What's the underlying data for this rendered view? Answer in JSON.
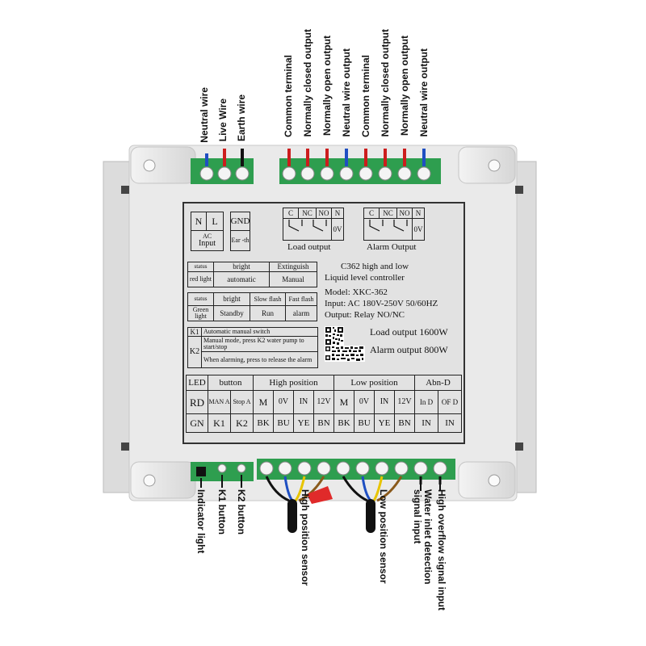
{
  "top_labels": [
    "Neutral wire",
    "Live Wire",
    "Earth wire",
    "Common terminal",
    "Normally closed output",
    "Normally open output",
    "Neutral wire output",
    "Common terminal",
    "Normally closed output",
    "Normally open output",
    "Neutral wire output"
  ],
  "bottom_labels": [
    "Indicator light",
    "K1 button",
    "K2 button",
    "High position sensor",
    "Low position sensor",
    "Water inlet detection signal input",
    "High overflow signal input"
  ],
  "panel": {
    "input_box": {
      "n": "N",
      "l": "L",
      "gnd": "GND",
      "ac": "AC",
      "input": "Input",
      "earth": "Ear -th"
    },
    "load_relay": {
      "c": "C",
      "nc": "NC",
      "no": "NO",
      "n": "N",
      "ov": "0V",
      "caption": "Load output"
    },
    "alarm_relay": {
      "c": "C",
      "nc": "NC",
      "no": "NO",
      "n": "N",
      "ov": "0V",
      "caption": "Alarm Output"
    },
    "status_table": {
      "r1": [
        "status",
        "bright",
        "Extinguish"
      ],
      "r2": [
        "red light",
        "automatic",
        "Manual"
      ],
      "r3": [
        "status",
        "bright",
        "Slow flash",
        "Fast flash"
      ],
      "r4": [
        "Green light",
        "Standby",
        "Run",
        "alarm"
      ]
    },
    "title_line1": "C362 high and low",
    "title_line2": "Liquid level controller",
    "model": "Model: XKC-362",
    "input_spec": "Input: AC 180V-250V 50/60HZ",
    "output_spec": "Output: Relay NO/NC",
    "load_power": "Load output 1600W",
    "alarm_power": "Alarm output 800W",
    "k_table": {
      "k1": "K1",
      "k1_text": "Automatic manual switch",
      "k2": "K2",
      "k2_text_1": "Manual mode, press K2 water pump to start/stop",
      "k2_text_2": "When alarming, press to release the alarm"
    },
    "terminal_table": {
      "headers": [
        "LED",
        "button",
        "High position",
        "Low position",
        "Abn-D"
      ],
      "row2": [
        "RD",
        "MAN A",
        "Stop A",
        "M",
        "0V",
        "IN",
        "12V",
        "M",
        "0V",
        "IN",
        "12V",
        "In D",
        "OF D"
      ],
      "row3": [
        "GN",
        "K1",
        "K2",
        "BK",
        "BU",
        "YE",
        "BN",
        "BK",
        "BU",
        "YE",
        "BN",
        "IN",
        "IN"
      ]
    }
  },
  "colors": {
    "housing": "#e9e9e9",
    "terminal_green": "#2e9e4f",
    "wire_red": "#cc1d1d",
    "wire_blue": "#1f4fc2",
    "wire_black": "#111111",
    "wire_yellow": "#e8c400",
    "wire_brown": "#8a5a1c"
  }
}
